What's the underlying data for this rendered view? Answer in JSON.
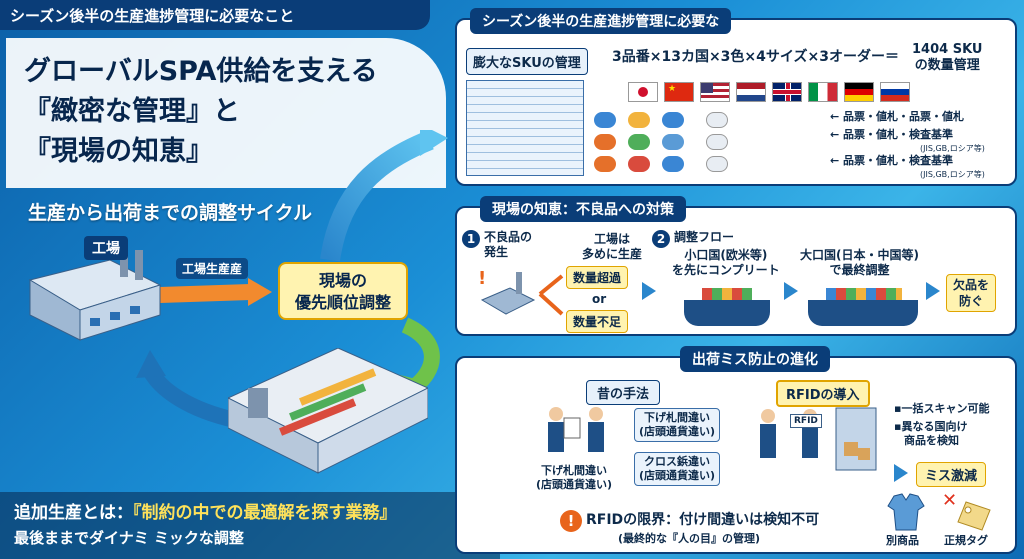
{
  "left": {
    "banner": "シーズン後半の生産進捗管理に必要なこと",
    "headline": [
      "グローバルSPA供給を支える",
      "『緻密な管理』と",
      "『現場の知恵』"
    ],
    "cycle_title": "生産から出荷までの調整サイクル",
    "factory": "工場",
    "factory_production": "工場生産産",
    "priority": [
      "現場の",
      "優先順位調整"
    ],
    "bottom_prefix": "追加生産とは：",
    "bottom_highlight": "『制約の中での最適解を探す業務』",
    "bottom_line2": "最後ままでダイナミ ミックな調整"
  },
  "panel1": {
    "title": "シーズン後半の生産進捗管理に必要な",
    "sku_label": "膨大なSKUの管理",
    "formula": "3品番×13カ国×3色×4サイズ×3オーダー＝",
    "result_line1": "1404 SKU",
    "result_line2": "の数量管理",
    "tags": [
      {
        "left": "品票・値札",
        "right": "品票・値札",
        "sub": ""
      },
      {
        "left": "品票・値札",
        "right": "検査基準",
        "sub": "(JIS,GB,ロシア等)"
      },
      {
        "left": "品票・値札",
        "right": "検査基準",
        "sub": "(JIS,GB,ロシア等)"
      }
    ],
    "flags": [
      "japan",
      "china",
      "usa",
      "netherlands",
      "uk",
      "italy",
      "germany",
      "russia"
    ]
  },
  "panel2": {
    "title": "現場の知恵：不良品への対策",
    "step1_num": "1",
    "step1": [
      "不良品の",
      "発生"
    ],
    "factory_note": [
      "工場は",
      "多めに生産"
    ],
    "over": "数量超過",
    "or": "or",
    "short": "数量不足",
    "step2_num": "2",
    "step2": "調整フロー",
    "small_country": [
      "小口国(欧米等)",
      "を先にコンプリート"
    ],
    "large_country": [
      "大口国(日本・中国等)",
      "で最終調整"
    ],
    "prevent": [
      "欠品を",
      "防ぐ"
    ]
  },
  "panel3": {
    "title": "出荷ミス防止の進化",
    "old_method": "昔の手法",
    "box1": [
      "下げ札間違い",
      "(店頭通貨違い)"
    ],
    "box2": [
      "クロス鋲違い",
      "(店頭通貨違い)"
    ],
    "left_bottom": [
      "下げ札間違い",
      "(店頭通貨違い)"
    ],
    "rfid_intro": "RFIDの導入",
    "rfid_tag": "RFID",
    "bullets": [
      "一括スキャン可能",
      "異なる国向け",
      "商品を検知"
    ],
    "reduce": "ミス激減",
    "other_item": "別商品",
    "genuine_tag": "正規タグ",
    "limit": "RFIDの限界：付け間違いは検知不可",
    "limit_sub": "(最終的な『人の目』の管理)",
    "warn": "!"
  }
}
